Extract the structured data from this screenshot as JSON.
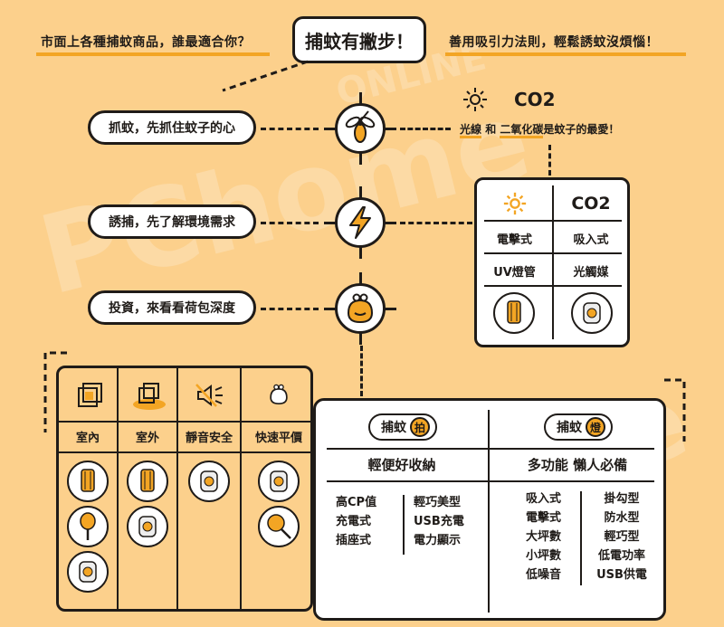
{
  "header": {
    "left_text": "市面上各種捕蚊商品，誰最適合你？",
    "title": "捕蚊有撇步！",
    "right_text": "善用吸引力法則，輕鬆誘蚊沒煩惱！"
  },
  "watermark": {
    "brand": "PChome",
    "sub": "ONLINE"
  },
  "steps": [
    {
      "label": "抓蚊，先抓住蚊子的心",
      "icon": "mosquito-icon"
    },
    {
      "label": "誘捕，先了解環境需求",
      "icon": "lightning-icon"
    },
    {
      "label": "投資，來看看荷包深度",
      "icon": "coin-purse-icon"
    }
  ],
  "attract": {
    "co2_label": "CO2",
    "line_prefix": "光線",
    "line_and": " 和 ",
    "line_co2": "二氧化碳",
    "line_suffix": "是蚊子的最愛！"
  },
  "compare": {
    "co2": "CO2",
    "rows": [
      [
        "電擊式",
        "吸入式"
      ],
      [
        "UV燈管",
        "光觸媒"
      ]
    ]
  },
  "env_table": {
    "headers": [
      "室內",
      "室外",
      "靜音安全",
      "快速平價"
    ],
    "icons": [
      "indoor-cube-icon",
      "outdoor-cube-icon",
      "mute-speaker-icon",
      "purse-icon"
    ]
  },
  "big_box": {
    "left_tag": "捕蚊",
    "left_tag_char": "拍",
    "right_tag": "捕蚊",
    "right_tag_char": "燈",
    "left_sub": "輕便好收納",
    "right_sub": "多功能 懶人必備",
    "left_col1": [
      "高CP值",
      "充電式",
      "插座式"
    ],
    "left_col2": [
      "輕巧美型",
      "USB充電",
      "電力顯示"
    ],
    "right_col1": [
      "吸入式",
      "電擊式",
      "大坪數",
      "小坪數",
      "低噪音"
    ],
    "right_col2": [
      "掛勾型",
      "防水型",
      "輕巧型",
      "低電功率",
      "USB供電"
    ]
  },
  "colors": {
    "background": "#fcd08c",
    "accent": "#f3a524",
    "ink": "#1f1b18"
  }
}
